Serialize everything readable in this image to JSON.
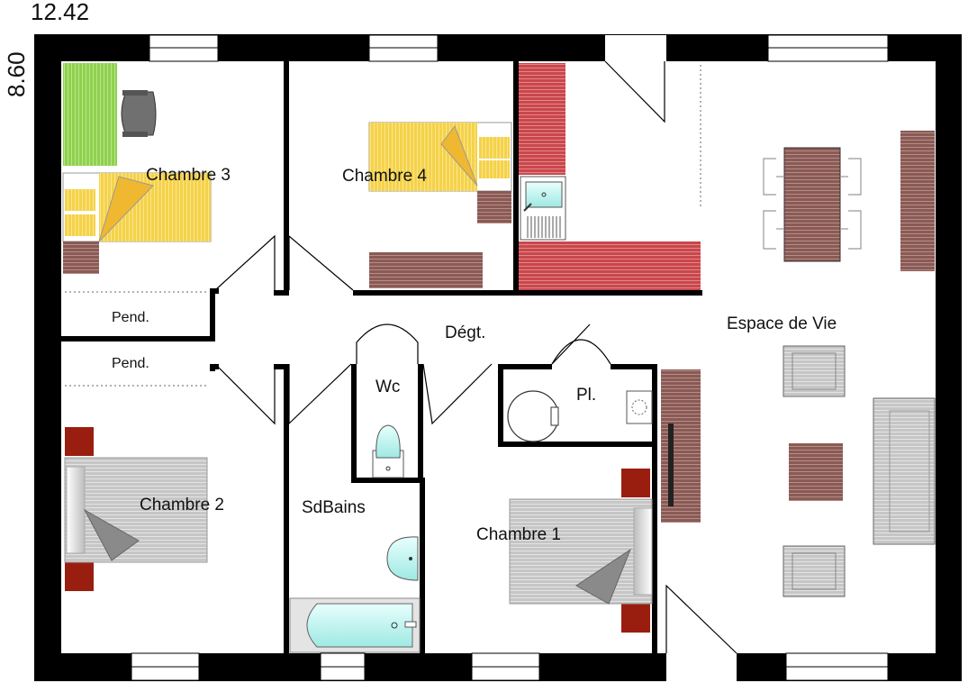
{
  "dimensions": {
    "width_label": "12.42",
    "height_label": "8.60"
  },
  "rooms": {
    "chambre3": "Chambre 3",
    "chambre4": "Chambre 4",
    "chambre2": "Chambre 2",
    "chambre1": "Chambre 1",
    "sdbains": "SdBains",
    "wc": "Wc",
    "degt": "Dégt.",
    "placard": "Pl.",
    "pend_top": "Pend.",
    "pend_bottom": "Pend.",
    "espace_vie": "Espace de Vie"
  },
  "colors": {
    "wall": "#000000",
    "desk_green": "#8fd14f",
    "bed_yellow": "#f5d24a",
    "bed_grey": "#c8c8c8",
    "wood_brown": "#8a5a55",
    "kitchen_red": "#c9474c",
    "bath_cyan": "#b5f2ee",
    "nightstand_red": "#9a1e10"
  }
}
